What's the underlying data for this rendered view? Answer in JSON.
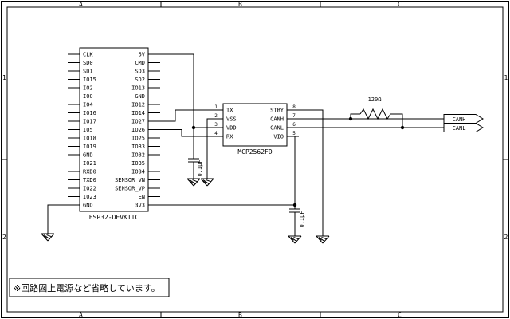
{
  "frame": {
    "columns": [
      "A",
      "B",
      "C"
    ],
    "rows": [
      "1",
      "2"
    ]
  },
  "esp32": {
    "name": "ESP32-DEVKITC",
    "left_pins": [
      "CLK",
      "SD0",
      "SD1",
      "IO15",
      "IO2",
      "IO0",
      "IO4",
      "IO16",
      "IO17",
      "IO5",
      "IO18",
      "IO19",
      "GND",
      "IO21",
      "RXD0",
      "TXD0",
      "IO22",
      "IO23",
      "GND"
    ],
    "right_pins": [
      "5V",
      "CMD",
      "SD3",
      "SD2",
      "IO13",
      "GND",
      "IO12",
      "IO14",
      "IO27",
      "IO26",
      "IO25",
      "IO33",
      "IO32",
      "IO35",
      "IO34",
      "SENSOR_VN",
      "SENSOR_VP",
      "EN",
      "3V3"
    ]
  },
  "mcp": {
    "name": "MCP2562FD",
    "left_pins": [
      {
        "num": "1",
        "name": "TX"
      },
      {
        "num": "2",
        "name": "VSS"
      },
      {
        "num": "3",
        "name": "VDD"
      },
      {
        "num": "4",
        "name": "RX"
      }
    ],
    "right_pins": [
      {
        "num": "8",
        "name": "STBY"
      },
      {
        "num": "7",
        "name": "CANH"
      },
      {
        "num": "6",
        "name": "CANL"
      },
      {
        "num": "5",
        "name": "VIO"
      }
    ]
  },
  "components": {
    "resistor": "120Ω",
    "cap1": "0.1µF",
    "cap2": "0.1µF"
  },
  "net_flags": {
    "canh": "CANH",
    "canl": "CANL"
  },
  "note": "※回路図上電源など省略しています。",
  "colors": {
    "line": "#000000",
    "bg": "#ffffff"
  }
}
